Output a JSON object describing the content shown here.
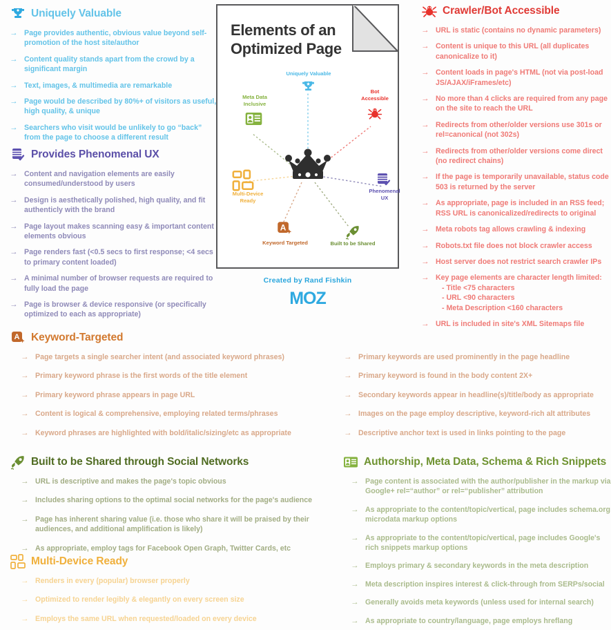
{
  "diagram": {
    "title": "Elements of an\nOptimized Page",
    "title_line1": "Elements of an",
    "title_line2": "Optimized Page",
    "center_icon": "crown-icon",
    "nodes": [
      {
        "label": "Uniquely Valuable",
        "icon": "trophy-icon",
        "color": "#49b8e6"
      },
      {
        "label": "Bot\nAccessible",
        "label_line1": "Bot",
        "label_line2": "Accessible",
        "icon": "bug-icon",
        "color": "#e8322c"
      },
      {
        "label": "Phenomenal\nUX",
        "label_line1": "Phenomenal",
        "label_line2": "UX",
        "icon": "stack-icon",
        "color": "#5d51b0"
      },
      {
        "label": "Built to be Shared",
        "icon": "rocket-icon",
        "color": "#6b8f33"
      },
      {
        "label": "Keyword Targeted",
        "icon": "keyword-icon",
        "color": "#c1682b"
      },
      {
        "label": "Multi-Device\nReady",
        "label_line1": "Multi-Device",
        "label_line2": "Ready",
        "icon": "devices-icon",
        "color": "#f0b03c"
      },
      {
        "label": "Meta Data\nInclusive",
        "label_line1": "Meta Data",
        "label_line2": "Inclusive",
        "icon": "id-card-icon",
        "color": "#85b23f"
      }
    ],
    "credit": "Created by Rand Fishkin",
    "brand": "MOZ"
  },
  "sections": {
    "uniquely_valuable": {
      "title": "Uniquely Valuable",
      "icon": "trophy-icon",
      "color": "#63c3e8",
      "items": [
        "Page provides authentic, obvious value beyond self-promotion of the host site/author",
        "Content quality stands apart from the crowd by a significant margin",
        "Text, images, & multimedia are remarkable",
        "Page would be described by 80%+ of visitors as useful, high quality, & unique",
        "Searchers who visit would be unlikely to go “back” from the page to choose a different result"
      ]
    },
    "phenomenal_ux": {
      "title": "Provides Phenomenal UX",
      "icon": "stack-check-icon",
      "color": "#5b4fa8",
      "items": [
        "Content and navigation elements are easily consumed/understood by users",
        "Design is aesthetically polished, high quality, and fit authenticly with the brand",
        "Page layout makes scanning easy & important content elements obvious",
        "Page renders fast (<0.5 secs to first response; <4 secs to primary content loaded)",
        "A minimal number of browser requests are required to fully load the page",
        "Page is browser & device responsive (or specifically optimized to each as appropriate)"
      ]
    },
    "crawler_bot": {
      "title": "Crawler/Bot Accessible",
      "icon": "bug-icon",
      "color": "#e03a35",
      "items": [
        "URL is static (contains no dynamic parameters)",
        "Content is unique to this URL (all duplicates canonicalize to it)",
        "Content loads in page's HTML (not via post-load JS/AJAX/iFrames/etc)",
        "No more than 4 clicks are required from any page on the site to reach the URL",
        "Redirects from other/older versions use 301s or rel=canonical (not 302s)",
        "Redirects from other/older versions come direct (no redirect chains)",
        "If the page is temporarily unavailable, status code 503 is returned by the server",
        "As appropriate, page is included in an RSS feed; RSS URL is canonicalized/redirects to original",
        "Meta robots tag allows crawling & indexing",
        "Robots.txt file does not block crawler access",
        "Host server does not restrict search crawler IPs"
      ],
      "last_item": {
        "text": "Key page elements are character length limited:",
        "subitems": [
          "- Title <75 characters",
          "- URL <90 characters",
          "- Meta Description <160 characters"
        ]
      },
      "final_item": "URL is included in site's XML Sitemaps file"
    },
    "keyword_targeted": {
      "title": "Keyword-Targeted",
      "icon": "keyword-icon",
      "color": "#d2792f",
      "items_left": [
        "Page targets a single searcher intent (and associated keyword phrases)",
        "Primary keyword phrase is the first words of the title element",
        "Primary keyword phrase appears in page URL",
        "Content is logical & comprehensive, employing related terms/phrases",
        "Keyword phrases are highlighted with bold/italic/sizing/etc as appropriate"
      ],
      "items_right": [
        "Primary keywords are used prominently in the page headline",
        "Primary keyword is found in the body content 2X+",
        "Secondary keywords appear in headline(s)/title/body as appropriate",
        "Images on the page employ descriptive, keyword-rich alt attributes",
        "Descriptive anchor text is used in links pointing to the page"
      ]
    },
    "social": {
      "title": "Built to be Shared through Social Networks",
      "icon": "rocket-icon",
      "color": "#4f6b21",
      "items": [
        "URL is descriptive and makes the page's topic obvious",
        "Includes sharing options to the optimal social networks for the page's audience",
        "Page has inherent sharing value (i.e. those who share it will be praised by their audiences, and additional amplification is likely)",
        "As appropriate, employ tags for Facebook Open Graph, Twitter Cards, etc"
      ]
    },
    "multi_device": {
      "title": "Multi-Device Ready",
      "icon": "devices-icon",
      "color": "#f0b03c",
      "items": [
        "Renders in every (popular) browser properly",
        "Optimized to render legibly & elegantly on every screen size",
        "Employs the same URL when requested/loaded on every device"
      ]
    },
    "authorship": {
      "title": "Authorship, Meta Data, Schema & Rich Snippets",
      "icon": "id-card-icon",
      "color": "#6f9331",
      "items": [
        "Page content is associated with the author/publisher in the markup via Google+ rel=“author” or rel=“publisher” attribution",
        "As appropriate to the content/topic/vertical, page includes schema.org microdata markup options",
        "As appropriate to the content/topic/vertical, page includes Google's rich snippets markup options",
        "Employs primary & secondary keywords in the meta description",
        "Meta description inspires interest & click-through from SERPs/social",
        "Generally avoids meta keywords (unless used for internal search)",
        "As appropriate to country/language, page employs hreflang"
      ]
    }
  },
  "arrow_glyph": "→"
}
